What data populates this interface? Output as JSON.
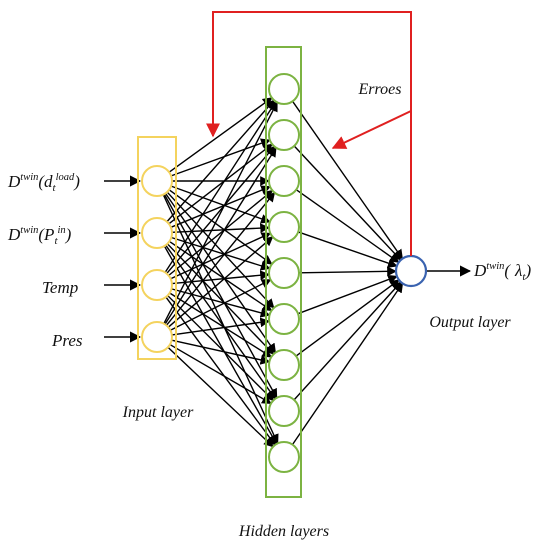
{
  "colors": {
    "input": "#f4d35e",
    "hidden": "#7cb342",
    "output": "#3a63b0",
    "error": "#e02020",
    "edge": "#000000"
  },
  "inputs": [
    {
      "base": "D",
      "sup": "twin",
      "open": "(",
      "var": "d",
      "var_sub": "t",
      "var_sup": "load",
      "close": ")"
    },
    {
      "base": "D",
      "sup": "twin",
      "open": "(",
      "var": "P",
      "var_sub": "t",
      "var_sup": "in",
      "close": ")"
    },
    {
      "base": "Temp"
    },
    {
      "base": "Pres"
    }
  ],
  "output": {
    "base": "D",
    "sup": "twin",
    "open": "(",
    "var": "λ",
    "var_sub": "t",
    "close": ")"
  },
  "labels": {
    "input_layer": "Input layer",
    "hidden_layers": "Hidden layers",
    "output_layer": "Output layer",
    "errors": "Erroes"
  },
  "hidden_count": 9
}
